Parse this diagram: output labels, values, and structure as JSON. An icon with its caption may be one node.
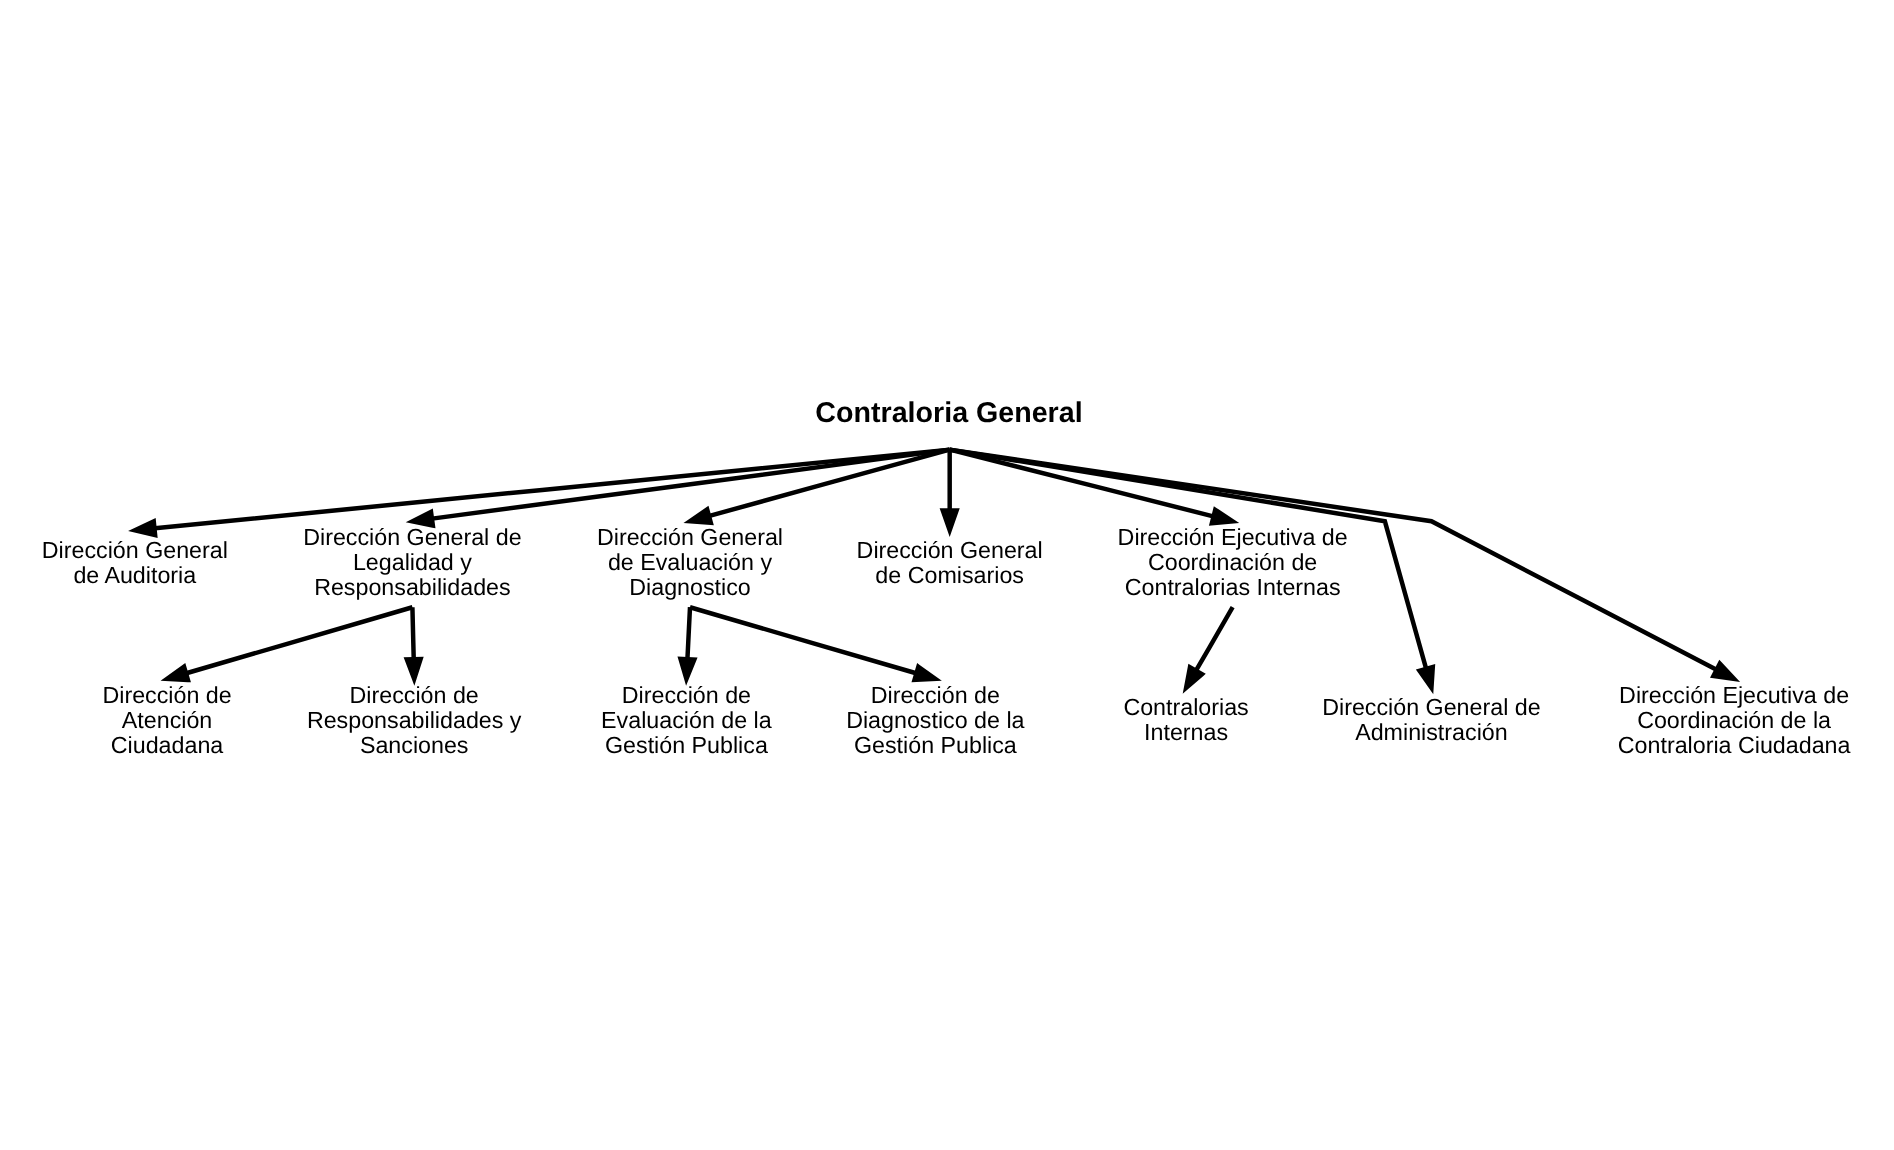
{
  "diagram": {
    "nodes": [
      {
        "text": [
          "Contraloria General"
        ]
      },
      {
        "text": [
          "Dirección General de Auditoria"
        ]
      },
      {
        "text": [
          "Dirección General de Legalidad y Responsabilidades"
        ]
      },
      {
        "text": [
          "Dirección General de Evaluación y Diagnostico"
        ]
      },
      {
        "text": [
          "Dirección General de Comisarios"
        ]
      },
      {
        "text": [
          "Dirección Ejecutiva de Coordinación de Contralorias Internas"
        ]
      },
      {
        "text": [
          "Dirección General de Administración"
        ]
      },
      {
        "text": [
          "Contralorias Internas"
        ]
      },
      {
        "text": [
          "Dirección Ejecutiva de Coordinación de la Contraloria Ciudadana"
        ]
      },
      {
        "text": [
          "Dirección de Atención Ciudadana"
        ]
      },
      {
        "text": [
          "Dirección de Responsabilidades y Sanciones"
        ]
      },
      {
        "text": [
          "Dirección de Evaluación de la Gestión Publica"
        ]
      },
      {
        "text": [
          "Dirección de Diagnostico de la Gestión Publica"
        ]
      }
    ],
    "edges": [
      {
        "from": 0,
        "to": 1,
        "arrow": "to"
      },
      {
        "from": 0,
        "to": 2,
        "arrow": "to"
      },
      {
        "from": 0,
        "to": 3,
        "arrow": "to"
      },
      {
        "from": 0,
        "to": 4,
        "arrow": "to"
      },
      {
        "from": 0,
        "to": 5,
        "arrow": "to"
      },
      {
        "from": 0,
        "to": 6,
        "arrow": "to"
      },
      {
        "from": 0,
        "to": 8,
        "arrow": "to"
      },
      {
        "from": 5,
        "to": 7,
        "arrow": "to"
      },
      {
        "from": 2,
        "to": 9,
        "arrow": "to"
      },
      {
        "from": 2,
        "to": 10,
        "arrow": "to"
      },
      {
        "from": 3,
        "to": 11,
        "arrow": "to"
      },
      {
        "from": 3,
        "to": 12,
        "arrow": "to"
      }
    ]
  }
}
